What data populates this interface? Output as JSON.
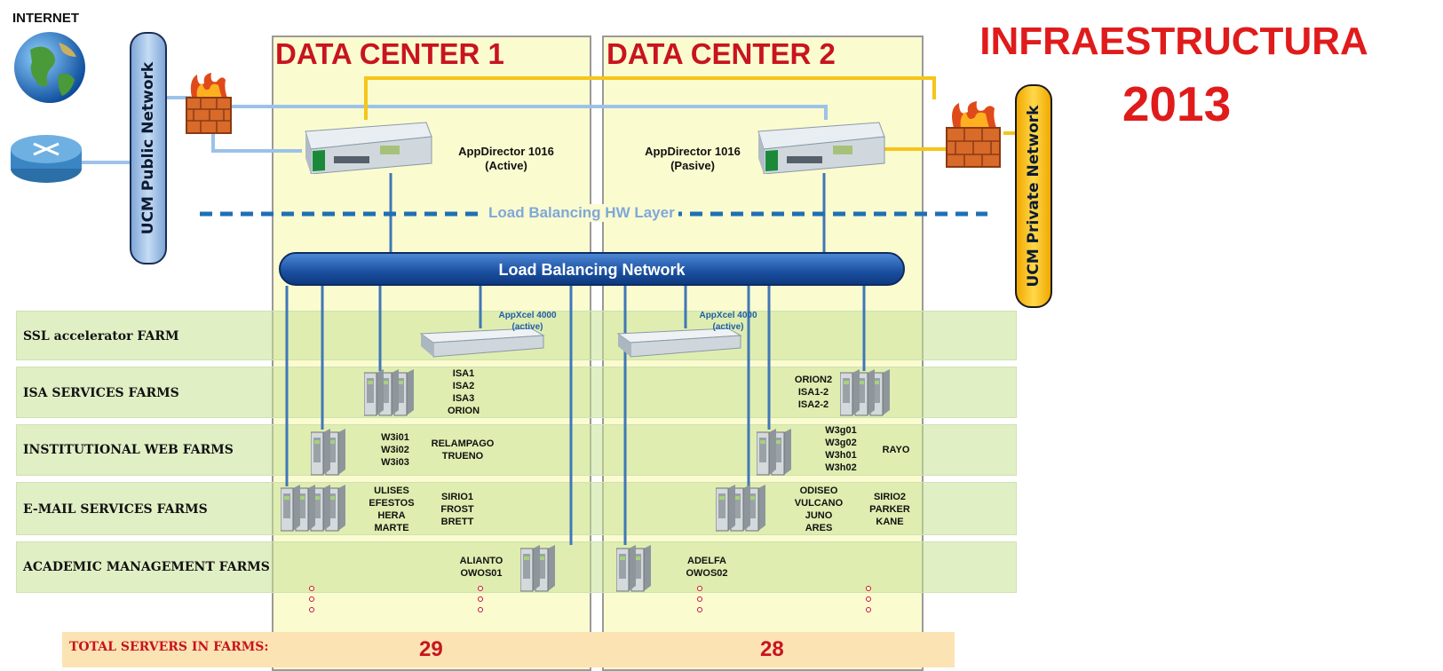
{
  "internet_label": "INTERNET",
  "public_network": "UCM Public Network",
  "private_network": "UCM Private Network",
  "dc1_title": "DATA CENTER 1",
  "dc2_title": "DATA CENTER 2",
  "infra_line1": "INFRAESTRUCTURA",
  "infra_line2": "2013",
  "appdirector1": {
    "model": "AppDirector 1016",
    "state": "(Active)"
  },
  "appdirector2": {
    "model": "AppDirector 1016",
    "state": "(Pasive)"
  },
  "lb_hw_layer": "Load Balancing HW Layer",
  "lb_network": "Load Balancing Network",
  "appxcel1": {
    "model": "AppXcel 4000",
    "state": "(active)"
  },
  "appxcel2": {
    "model": "AppXcel 4000",
    "state": "(active)"
  },
  "farms": {
    "ssl": "SSL accelerator FARM",
    "isa": "ISA SERVICES FARMS",
    "web": "INSTITUTIONAL WEB FARMS",
    "mail": "E-MAIL SERVICES FARMS",
    "academic": "ACADEMIC MANAGEMENT FARMS"
  },
  "servers": {
    "isa_dc1": "ISA1\nISA2\nISA3\nORION",
    "isa_dc2": "ORION2\nISA1-2\nISA2-2",
    "web_dc1_a": "W3i01\nW3i02\nW3i03",
    "web_dc1_b": "RELAMPAGO\nTRUENO",
    "web_dc2_a": "W3g01\nW3g02\nW3h01\nW3h02",
    "web_dc2_b": "RAYO",
    "mail_dc1_a": "ULISES\nEFESTOS\nHERA\nMARTE",
    "mail_dc1_b": "SIRIO1\nFROST\nBRETT",
    "mail_dc2_a": "ODISEO\nVULCANO\nJUNO\nARES",
    "mail_dc2_b": "SIRIO2\nPARKER\nKANE",
    "acad_dc1": "ALIANTO\nOWOS01",
    "acad_dc2": "ADELFA\nOWOS02"
  },
  "total_label": "TOTAL SERVERS IN FARMS:",
  "total_dc1": "29",
  "total_dc2": "28",
  "colors": {
    "title_red": "#c8141e",
    "dc_fill": "#fbfbd0",
    "farm_green": "#c8e296",
    "total_fill": "#fbe3b4",
    "public_blue": "#9cc2e8",
    "private_yellow": "#f5c518",
    "lb_blue": "#1a4fa0"
  }
}
